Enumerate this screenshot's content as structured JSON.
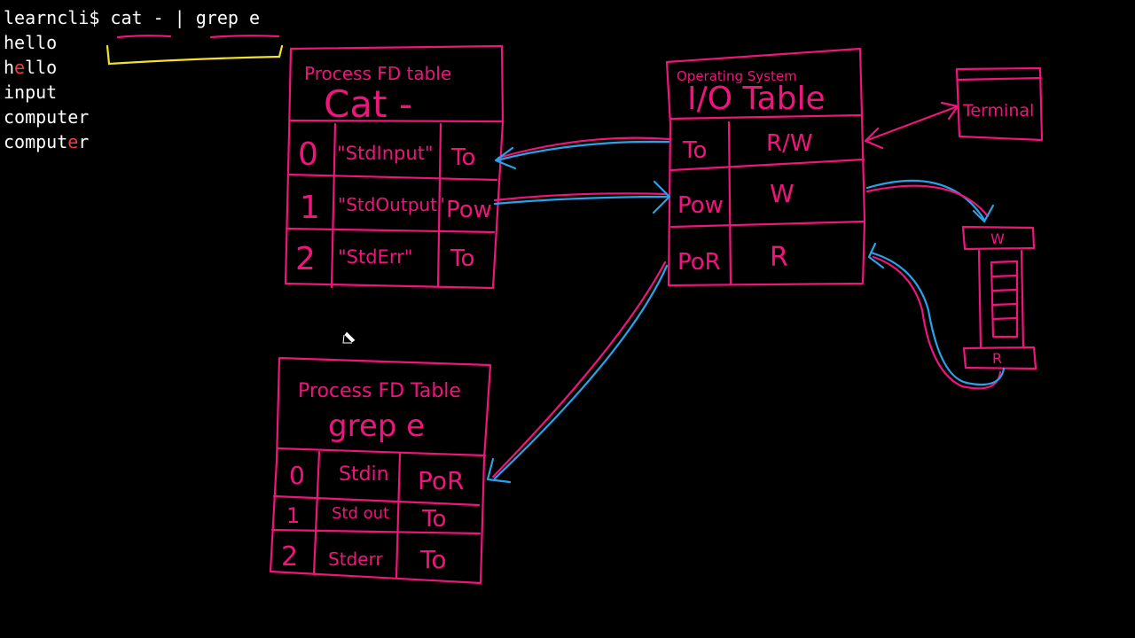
{
  "terminal": {
    "prompt": "learncli$ ",
    "command": "cat - | grep e",
    "lines": [
      {
        "text": "hello",
        "pre": "hello",
        "hl": "",
        "post": ""
      },
      {
        "text": "hello",
        "pre": "h",
        "hl": "e",
        "post": "llo"
      },
      {
        "text": "input",
        "pre": "input",
        "hl": "",
        "post": ""
      },
      {
        "text": "computer",
        "pre": "computer",
        "hl": "",
        "post": ""
      },
      {
        "text": "computer",
        "pre": "comput",
        "hl": "e",
        "post": "r"
      }
    ]
  },
  "cat_table": {
    "heading": "Process FD table",
    "process": "Cat -",
    "rows": [
      {
        "fd": "0",
        "name": "\"StdInput\"",
        "target": "To"
      },
      {
        "fd": "1",
        "name": "\"StdOutput\"",
        "target": "Pow"
      },
      {
        "fd": "2",
        "name": "\"StdErr\"",
        "target": "To"
      }
    ]
  },
  "os_table": {
    "heading": "Operating System",
    "title": "I/O Table",
    "rows": [
      {
        "name": "To",
        "mode": "R/W"
      },
      {
        "name": "Pow",
        "mode": "W"
      },
      {
        "name": "PoR",
        "mode": "R"
      }
    ]
  },
  "grep_table": {
    "heading": "Process FD Table",
    "process": "grep e",
    "rows": [
      {
        "fd": "0",
        "name": "Stdin",
        "target": "PoR"
      },
      {
        "fd": "1",
        "name": "Std out",
        "target": "To"
      },
      {
        "fd": "2",
        "name": "Stderr",
        "target": "To"
      }
    ]
  },
  "terminal_box": {
    "label": "Terminal"
  },
  "pipe": {
    "write_label": "W",
    "read_label": "R"
  },
  "colors": {
    "background": "#000000",
    "ink_pink": "#f0147c",
    "ink_blue": "#29a3e8",
    "ink_yellow": "#f5e12b",
    "terminal_text": "#ffffff",
    "grep_match": "#e84040"
  }
}
